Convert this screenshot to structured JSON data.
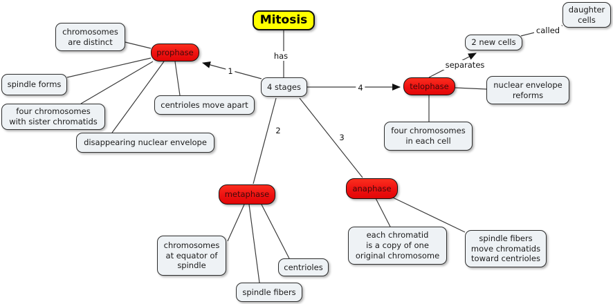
{
  "diagram": {
    "title": "Mitosis",
    "root": "4 stages",
    "stages": {
      "prophase": "prophase",
      "metaphase": "metaphase",
      "anaphase": "anaphase",
      "telophase": "telophase"
    },
    "details": {
      "chromosomes_distinct": "chromosomes\nare distinct",
      "spindle_forms": "spindle forms",
      "four_chromosomes_sister": "four chromosomes\nwith sister chromatids",
      "disappearing_envelope": "disappearing nuclear envelope",
      "centrioles_move_apart": "centrioles move apart",
      "two_new_cells": "2 new cells",
      "daughter_cells": "daughter\ncells",
      "nuclear_envelope_reforms": "nuclear envelope\nreforms",
      "four_chromosomes_each_cell": "four chromosomes\nin each cell",
      "chromosomes_at_equator": "chromosomes\nat equator of\nspindle",
      "centrioles": "centrioles",
      "spindle_fibers": "spindle fibers",
      "each_chromatid_copy": "each chromatid\nis a copy of one\noriginal chromosome",
      "spindle_fibers_move": "spindle fibers\nmove chromatids\ntoward centrioles"
    },
    "link_labels": {
      "has": "has",
      "n1": "1",
      "n2": "2",
      "n3": "3",
      "n4": "4",
      "separates": "separates",
      "called": "called"
    },
    "colors": {
      "stage_fill": "#ee1111",
      "title_fill": "#ffff00",
      "detail_fill": "#eef2f5",
      "line": "#3a3a3a"
    }
  }
}
